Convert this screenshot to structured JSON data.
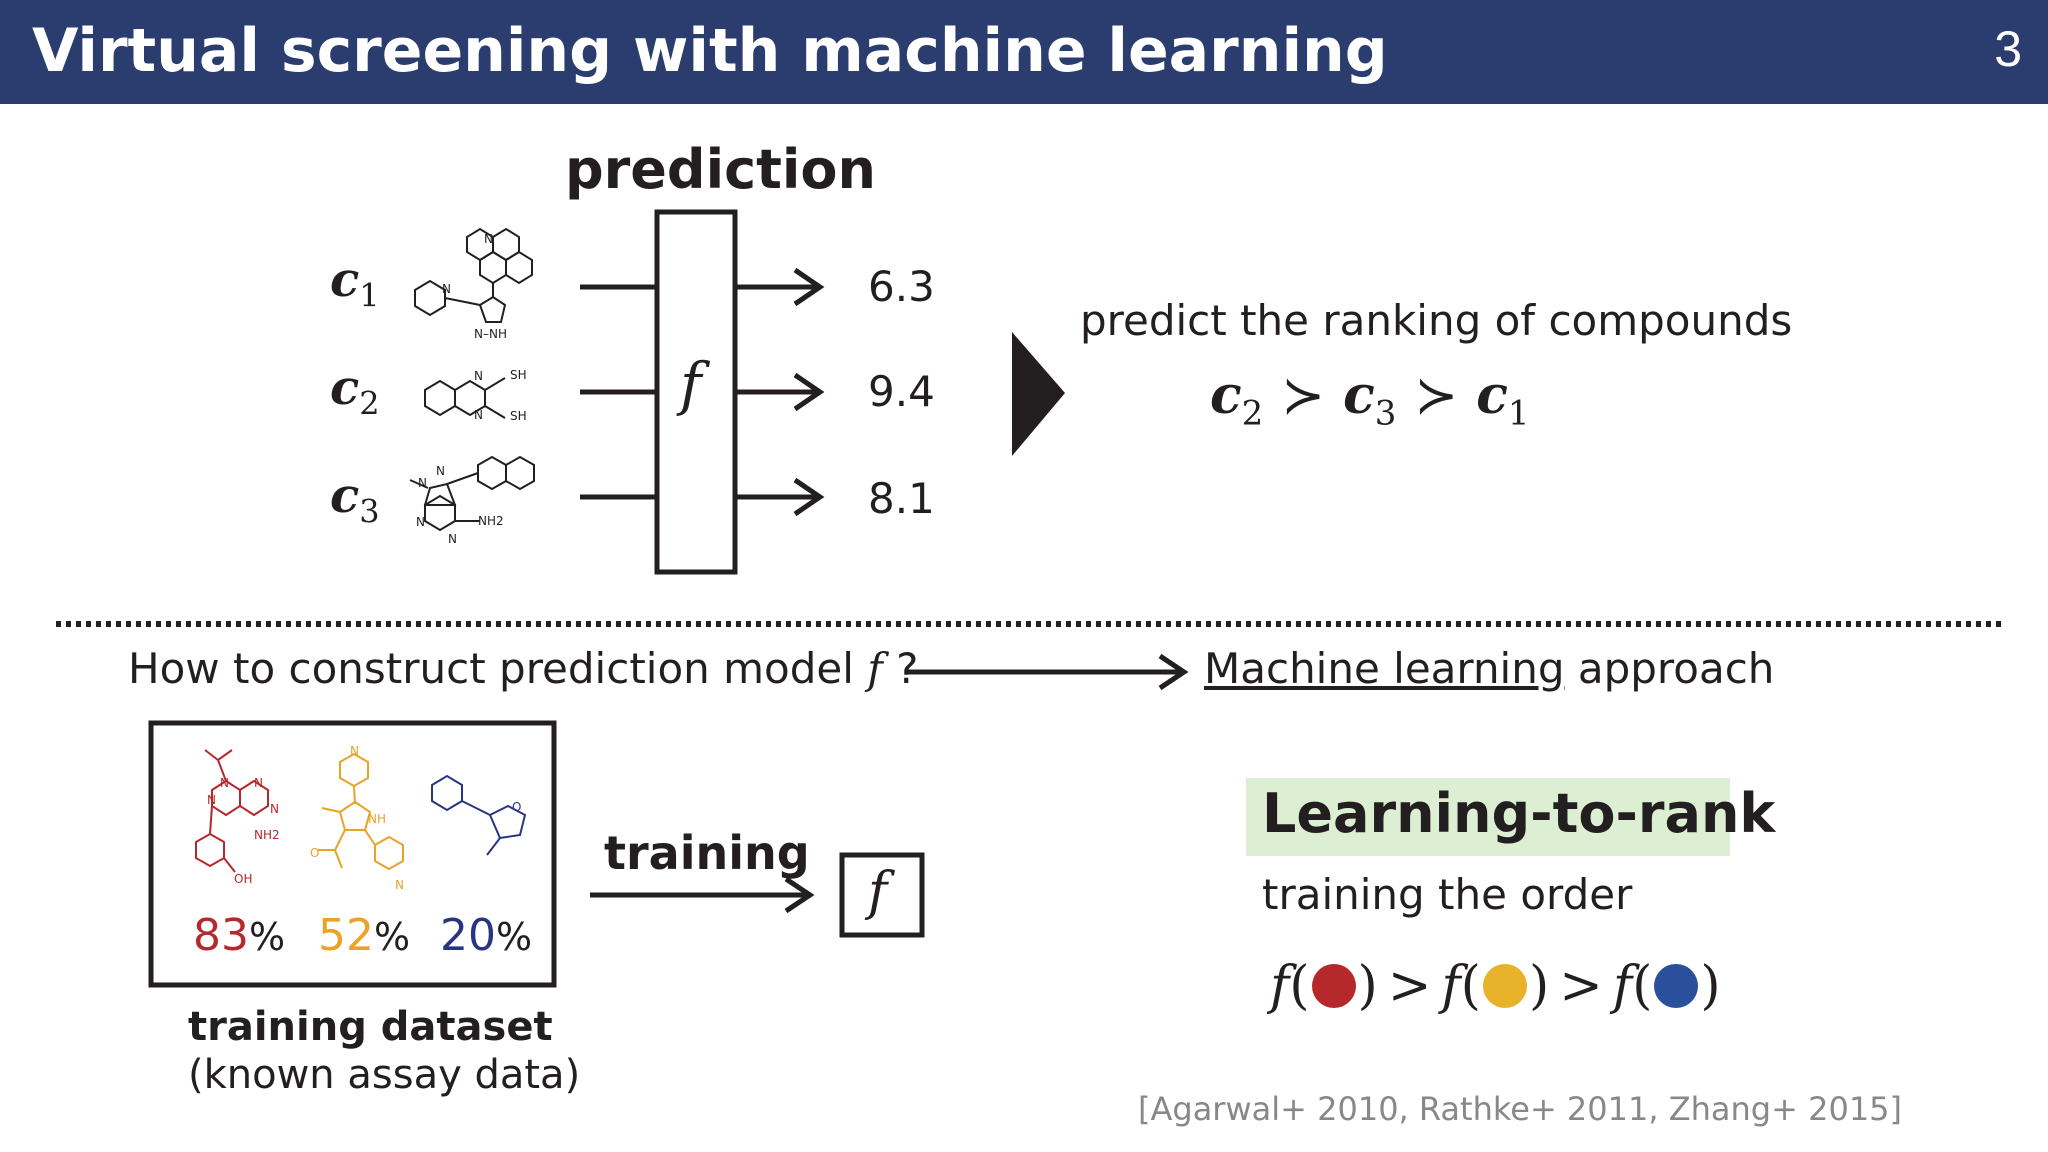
{
  "slide": {
    "title": "Virtual screening with machine learning",
    "page_number": "3"
  },
  "prediction": {
    "heading": "prediction",
    "function_label": "f",
    "compounds": [
      {
        "label": "c",
        "index": "1",
        "score": "6.3"
      },
      {
        "label": "c",
        "index": "2",
        "score": "9.4"
      },
      {
        "label": "c",
        "index": "3",
        "score": "8.1"
      }
    ],
    "ranking_text": "predict the ranking of compounds",
    "ranking": {
      "first": "2",
      "second": "3",
      "third": "1",
      "relation": "≻",
      "symbol": "c"
    }
  },
  "construction": {
    "question": "How to construct prediction model",
    "question_f": "f",
    "question_mark": "?",
    "ml_link": "Machine learning",
    "ml_rest": " approach"
  },
  "dataset": {
    "title": "training dataset",
    "subtitle": "(known assay data)",
    "items": [
      {
        "value": "83",
        "unit": "%",
        "color": "#b5282b"
      },
      {
        "value": "52",
        "unit": "%",
        "color": "#e8a328"
      },
      {
        "value": "20",
        "unit": "%",
        "color": "#2a3580"
      }
    ],
    "structure_labels": [
      "N",
      "N",
      "N",
      "N",
      "NH2",
      "OH",
      "N",
      "NH",
      "O",
      "N",
      "O"
    ]
  },
  "training": {
    "label": "training",
    "function_label": "f"
  },
  "ltr": {
    "title": "Learning-to-rank",
    "subtitle": "training the order",
    "highlight_color": "#dcefd2",
    "order_colors": [
      "#b5282b",
      "#e8b32b",
      "#2a4f9b"
    ],
    "f": "f",
    "gt": ">"
  },
  "molecule_labels": {
    "c1": [
      "N",
      "N",
      "N–NH"
    ],
    "c2": [
      "N",
      "N",
      "SH",
      "SH"
    ],
    "c3": [
      "N",
      "N",
      "N",
      "N",
      "NH2"
    ]
  },
  "references": "[Agarwal+ 2010, Rathke+ 2011, Zhang+ 2015]"
}
